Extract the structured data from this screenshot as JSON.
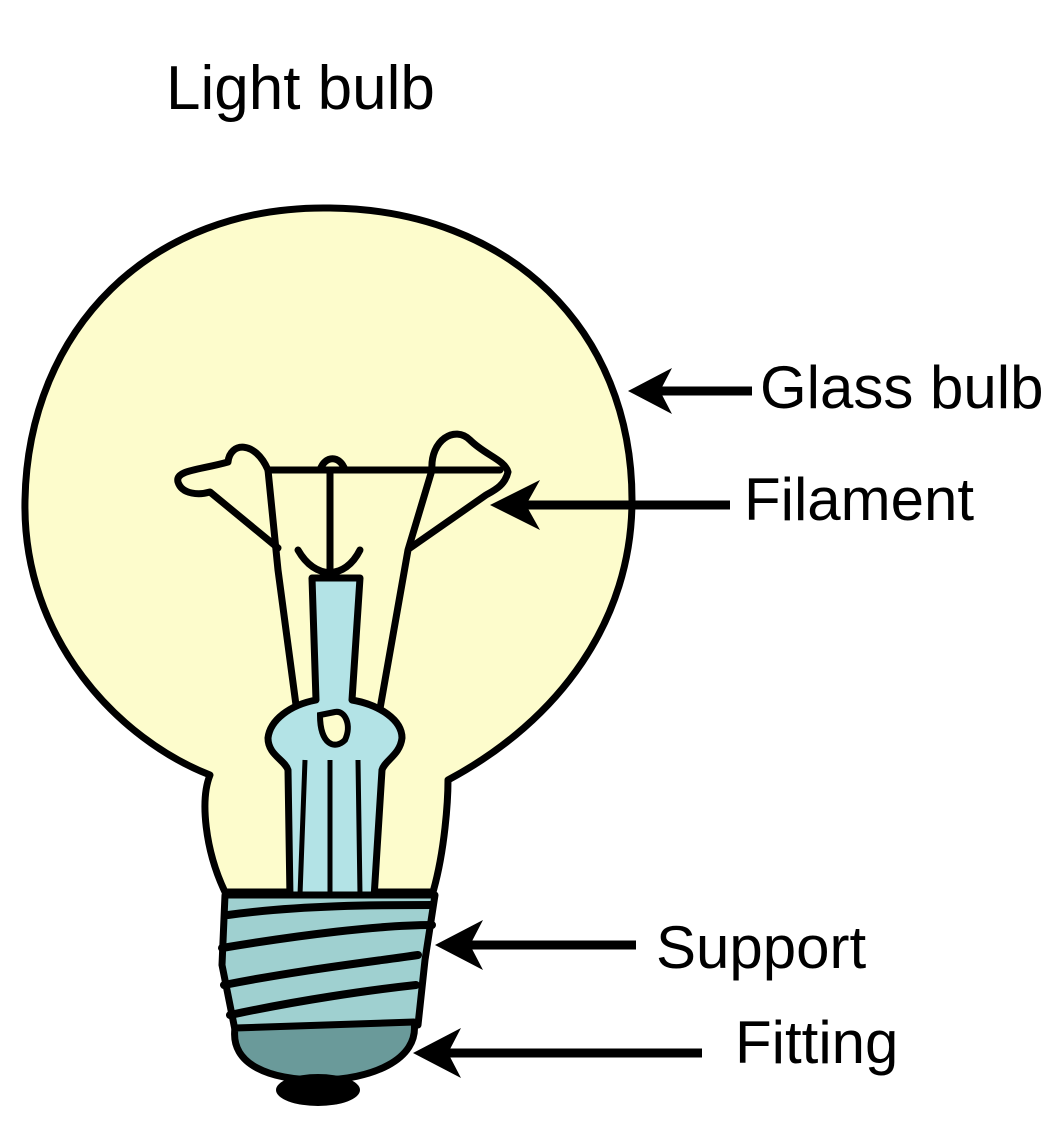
{
  "title": "Light bulb",
  "labels": {
    "glass_bulb": "Glass bulb",
    "filament": "Filament",
    "support": "Support",
    "fitting": "Fitting"
  },
  "colors": {
    "glass": "#fdfccc",
    "stem": "#b3e3e6",
    "screw": "#9fd0d0",
    "base": "#6a9a9a",
    "outline": "#000000"
  }
}
